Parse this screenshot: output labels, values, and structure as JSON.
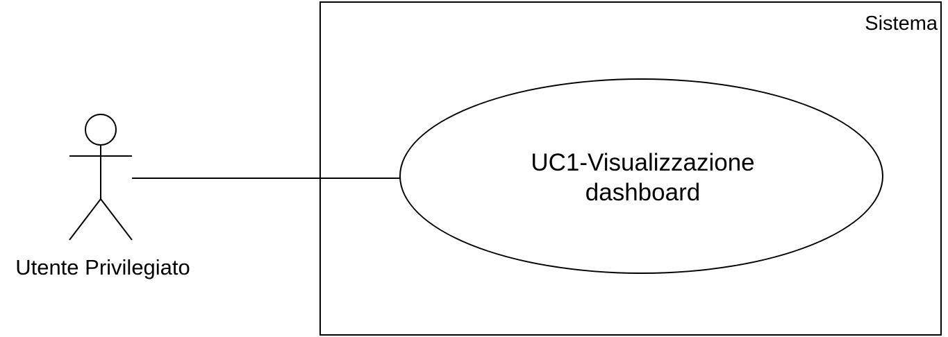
{
  "diagram": {
    "type": "uml-use-case",
    "system": {
      "label": "Sistema"
    },
    "actor": {
      "label": "Utente Privilegiato",
      "icon": "stick-figure-actor-icon"
    },
    "use_case": {
      "line1": "UC1-Visualizzazione",
      "line2": "dashboard"
    },
    "colors": {
      "stroke": "#000000",
      "background": "#ffffff"
    }
  }
}
